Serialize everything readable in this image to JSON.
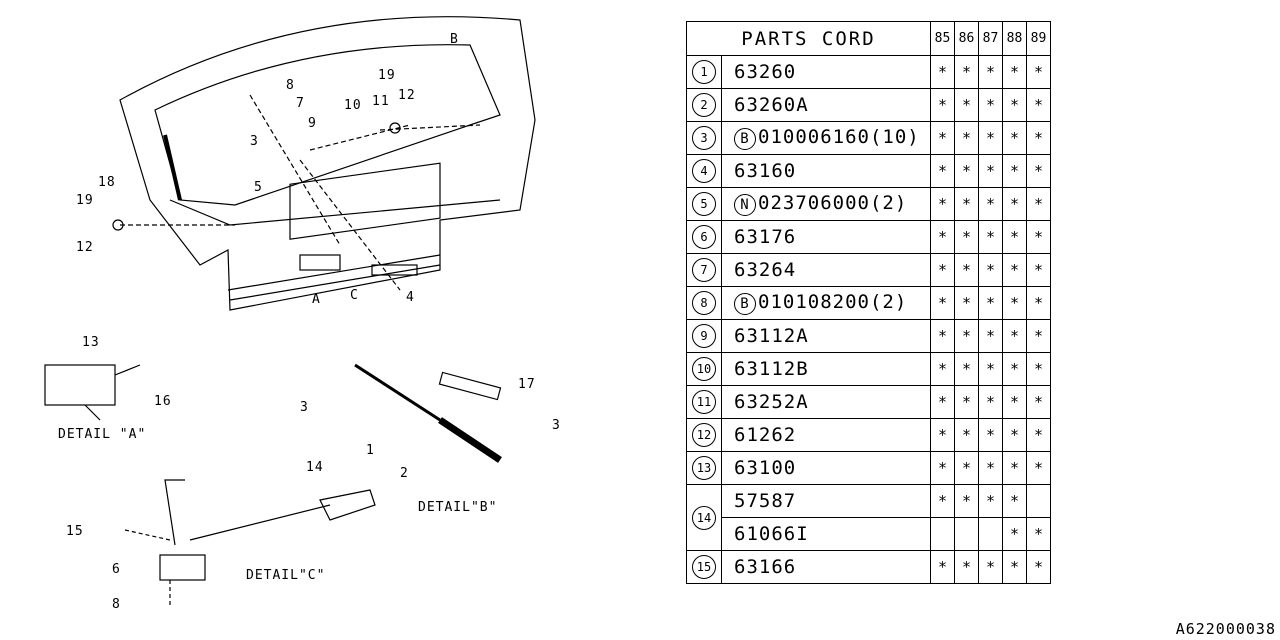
{
  "diagram_labels": {
    "B": "B",
    "A": "A",
    "C": "C",
    "n1": "1",
    "n2": "2",
    "n3a": "3",
    "n3b": "3",
    "n3c": "3",
    "n4": "4",
    "n5": "5",
    "n6": "6",
    "n7": "7",
    "n8a": "8",
    "n8b": "8",
    "n9": "9",
    "n10": "10",
    "n11": "11",
    "n12a": "12",
    "n12b": "12",
    "n13": "13",
    "n14": "14",
    "n15": "15",
    "n16": "16",
    "n17": "17",
    "n18": "18",
    "n19a": "19",
    "n19b": "19",
    "detail_a": "DETAIL \"A\"",
    "detail_b": "DETAIL\"B\"",
    "detail_c": "DETAIL\"C\""
  },
  "table": {
    "header": "PARTS CORD",
    "years": [
      "85",
      "86",
      "87",
      "88",
      "89"
    ],
    "rows": [
      {
        "no": "1",
        "code": "63260",
        "marks": [
          "*",
          "*",
          "*",
          "*",
          "*"
        ]
      },
      {
        "no": "2",
        "code": "63260A",
        "marks": [
          "*",
          "*",
          "*",
          "*",
          "*"
        ]
      },
      {
        "no": "3",
        "prefix": "B",
        "code": "010006160(10)",
        "marks": [
          "*",
          "*",
          "*",
          "*",
          "*"
        ]
      },
      {
        "no": "4",
        "code": "63160",
        "marks": [
          "*",
          "*",
          "*",
          "*",
          "*"
        ]
      },
      {
        "no": "5",
        "prefix": "N",
        "code": "023706000(2)",
        "marks": [
          "*",
          "*",
          "*",
          "*",
          "*"
        ]
      },
      {
        "no": "6",
        "code": "63176",
        "marks": [
          "*",
          "*",
          "*",
          "*",
          "*"
        ]
      },
      {
        "no": "7",
        "code": "63264",
        "marks": [
          "*",
          "*",
          "*",
          "*",
          "*"
        ]
      },
      {
        "no": "8",
        "prefix": "B",
        "code": "010108200(2)",
        "marks": [
          "*",
          "*",
          "*",
          "*",
          "*"
        ]
      },
      {
        "no": "9",
        "code": "63112A",
        "marks": [
          "*",
          "*",
          "*",
          "*",
          "*"
        ]
      },
      {
        "no": "10",
        "code": "63112B",
        "marks": [
          "*",
          "*",
          "*",
          "*",
          "*"
        ]
      },
      {
        "no": "11",
        "code": "63252A",
        "marks": [
          "*",
          "*",
          "*",
          "*",
          "*"
        ]
      },
      {
        "no": "12",
        "code": "61262",
        "marks": [
          "*",
          "*",
          "*",
          "*",
          "*"
        ]
      },
      {
        "no": "13",
        "code": "63100",
        "marks": [
          "*",
          "*",
          "*",
          "*",
          "*"
        ]
      },
      {
        "no": "14",
        "code": "57587",
        "marks": [
          "*",
          "*",
          "*",
          "*",
          ""
        ]
      },
      {
        "no": "",
        "code": "61066I",
        "marks": [
          "",
          "",
          "",
          "*",
          "*"
        ]
      },
      {
        "no": "15",
        "code": "63166",
        "marks": [
          "*",
          "*",
          "*",
          "*",
          "*"
        ]
      }
    ]
  },
  "footer": "A622000038"
}
